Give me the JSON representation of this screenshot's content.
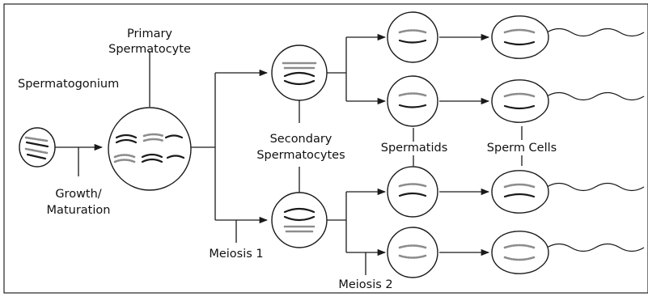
{
  "diagram": {
    "stages": {
      "spermatogonium": "Spermatogonium",
      "primary_line1": "Primary",
      "primary_line2": "Spermatocyte",
      "growth_line1": "Growth/",
      "growth_line2": "Maturation",
      "secondary_line1": "Secondary",
      "secondary_line2": "Spermatocytes",
      "spermatids": "Spermatids",
      "sperm_cells": "Sperm Cells"
    },
    "divisions": {
      "meiosis1": "Meiosis 1",
      "meiosis2": "Meiosis 2"
    }
  }
}
